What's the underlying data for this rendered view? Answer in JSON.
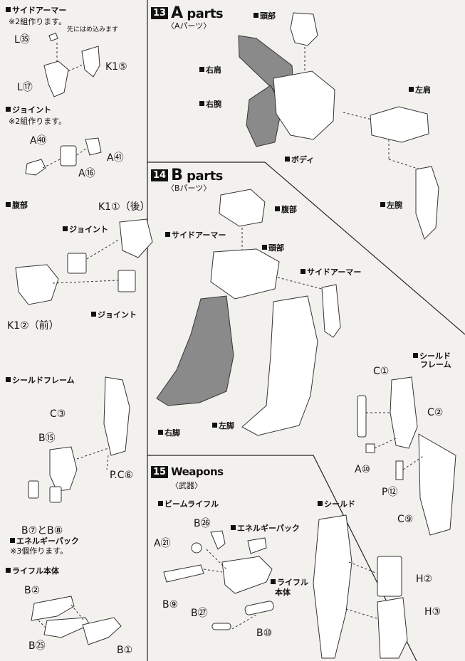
{
  "left_column": {
    "side_armor": {
      "title": "サイドアーマー",
      "note": "※2組作ります。",
      "insert_note": "先にはめ込みます",
      "labels": [
        "L㉟",
        "L⑰",
        "K1⑤"
      ]
    },
    "joint": {
      "title": "ジョイント",
      "note": "※2組作ります。",
      "labels": [
        "A㊵",
        "A⑯",
        "A㊶"
      ]
    },
    "waist": {
      "title": "腹部",
      "back_label": "K1①（後）",
      "joint_a": "ジョイント",
      "joint_b": "ジョイント",
      "front_label": "K1②（前）"
    },
    "shield_frame": {
      "title": "シールドフレーム",
      "labels": [
        "C③",
        "B⑮",
        "P.C⑥"
      ],
      "energy_pack_ref": "B⑦とB⑧",
      "energy_pack": "エネルギーパック",
      "energy_note": "※3個作ります。"
    },
    "rifle_body": {
      "title": "ライフル本体",
      "labels": [
        "B②",
        "B㉕",
        "B①"
      ]
    }
  },
  "section13": {
    "number": "13",
    "letter": "A",
    "word": "parts",
    "subtitle": "〈Aパーツ〉",
    "labels": {
      "head": "頭部",
      "right_shoulder": "右肩",
      "right_arm": "右腕",
      "body": "ボディ",
      "left_shoulder": "左肩",
      "left_arm": "左腕"
    }
  },
  "section14": {
    "number": "14",
    "letter": "B",
    "word": "parts",
    "subtitle": "〈Bパーツ〉",
    "labels": {
      "waist": "腹部",
      "side_armor_left": "サイドアーマー",
      "head": "頭部",
      "side_armor_right": "サイドアーマー",
      "right_leg": "右脚",
      "left_leg": "左脚"
    }
  },
  "shield_frame_right": {
    "title_line1": "シールド",
    "title_line2": "フレーム",
    "labels": [
      "C①",
      "C②",
      "A⑩",
      "P⑫",
      "C⑨"
    ]
  },
  "section15": {
    "number": "15",
    "word": "Weapons",
    "subtitle": "〈武器〉",
    "beam_rifle": "ビームライフル",
    "energy_pack": "エネルギーパック",
    "rifle_body_line1": "ライフル",
    "rifle_body_line2": "本体",
    "shield": "シールド",
    "labels": [
      "B㉖",
      "A㉑",
      "B⑨",
      "B㉗",
      "B⑩",
      "H②",
      "H③"
    ]
  }
}
